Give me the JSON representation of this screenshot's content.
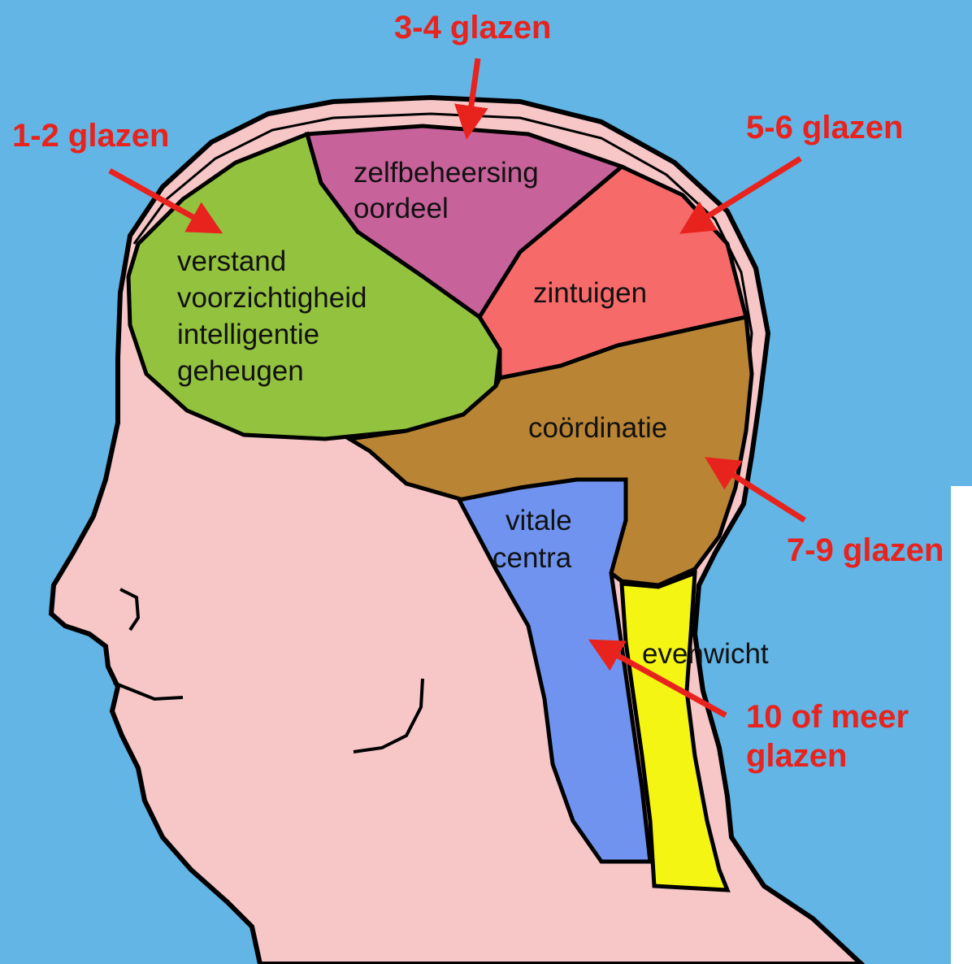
{
  "colors": {
    "background": "#62b5e5",
    "skin": "#f7c6c7",
    "outline": "#000000",
    "arrow": "#e8231e",
    "frontal": "#93c23f",
    "top": "#c7629a",
    "sensory": "#f76a6a",
    "cerebellum": "#b98434",
    "brainstem": "#6f93ef",
    "balance": "#f5f513"
  },
  "regions": {
    "frontal": [
      "verstand",
      "voorzichtigheid",
      "intelligentie",
      "geheugen"
    ],
    "top": [
      "zelfbeheersing",
      "oordeel"
    ],
    "sensory": "zintuigen",
    "cerebellum": "coördinatie",
    "brainstem": [
      "vitale",
      "centra"
    ],
    "balance": "evenwicht"
  },
  "doses": {
    "d1": "1-2 glazen",
    "d2": "3-4 glazen",
    "d3": "5-6 glazen",
    "d4": "7-9 glazen",
    "d5_line1": "10 of meer",
    "d5_line2": "glazen"
  }
}
